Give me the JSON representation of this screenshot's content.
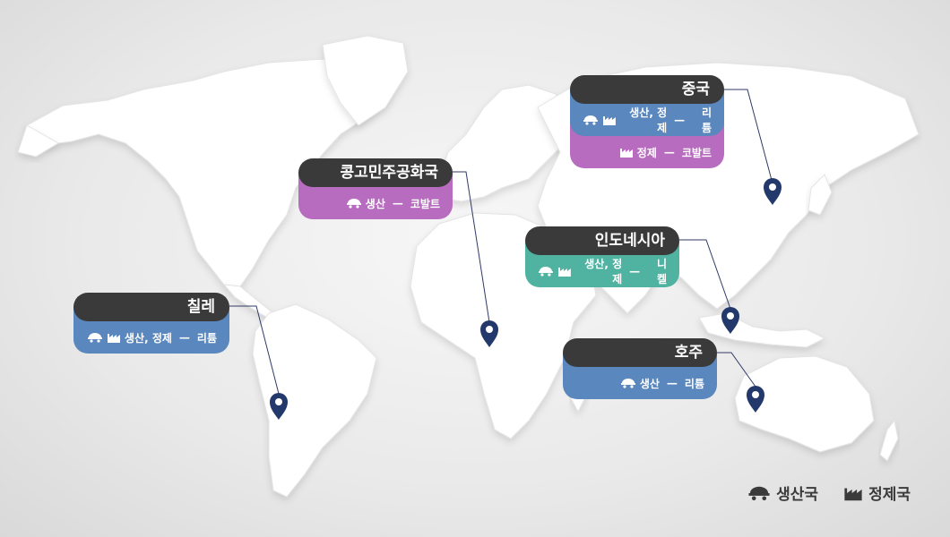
{
  "colors": {
    "title_bg": "#3a3a3a",
    "lithium": "#5a87bd",
    "cobalt": "#b76cbf",
    "nickel": "#50b2a0",
    "pin": "#23396b"
  },
  "labels": {
    "china": {
      "title": "중국",
      "rows": [
        {
          "text": "생산, 정제",
          "sep": "—",
          "mineral": "리튬",
          "icons": [
            "mine-icon",
            "factory-icon"
          ],
          "color": "blue"
        },
        {
          "text": "정제",
          "sep": "—",
          "mineral": "코발트",
          "icons": [
            "factory-icon"
          ],
          "color": "purple"
        }
      ]
    },
    "drc": {
      "title": "콩고민주공화국",
      "rows": [
        {
          "text": "생산",
          "sep": "—",
          "mineral": "코발트",
          "icons": [
            "mine-icon"
          ],
          "color": "purple"
        }
      ]
    },
    "indonesia": {
      "title": "인도네시아",
      "rows": [
        {
          "text": "생산, 정제",
          "sep": "—",
          "mineral": "니켈",
          "icons": [
            "mine-icon",
            "factory-icon"
          ],
          "color": "teal"
        }
      ]
    },
    "chile": {
      "title": "칠레",
      "rows": [
        {
          "text": "생산, 정제",
          "sep": "—",
          "mineral": "리튬",
          "icons": [
            "mine-icon",
            "factory-icon"
          ],
          "color": "blue"
        }
      ]
    },
    "australia": {
      "title": "호주",
      "rows": [
        {
          "text": "생산",
          "sep": "—",
          "mineral": "리튬",
          "icons": [
            "mine-icon"
          ],
          "color": "blue"
        }
      ]
    }
  },
  "legend": {
    "production": "생산국",
    "refining": "정제국"
  }
}
